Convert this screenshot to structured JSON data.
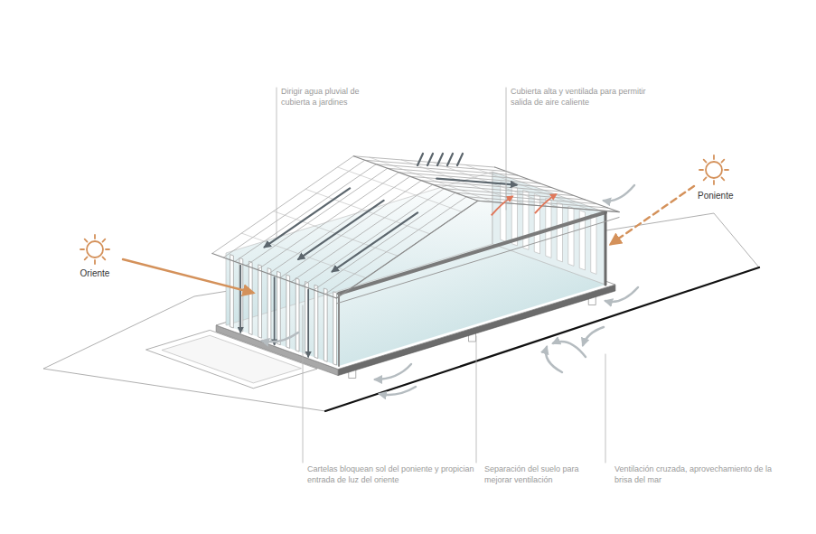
{
  "diagram": {
    "labels": [
      "Dirigir agua pluvial de cubierta a jardines",
      "Cubierta alta y ventilada para permitir salida de aire caliente",
      "Oriente",
      "Poniente",
      "Cartelas bloquean sol del poniente y propician entrada de luz del oriente",
      "Separación del suelo para mejorar ventilación",
      "Ventilación cruzada, aprovechamiento de la brisa del mar"
    ]
  }
}
